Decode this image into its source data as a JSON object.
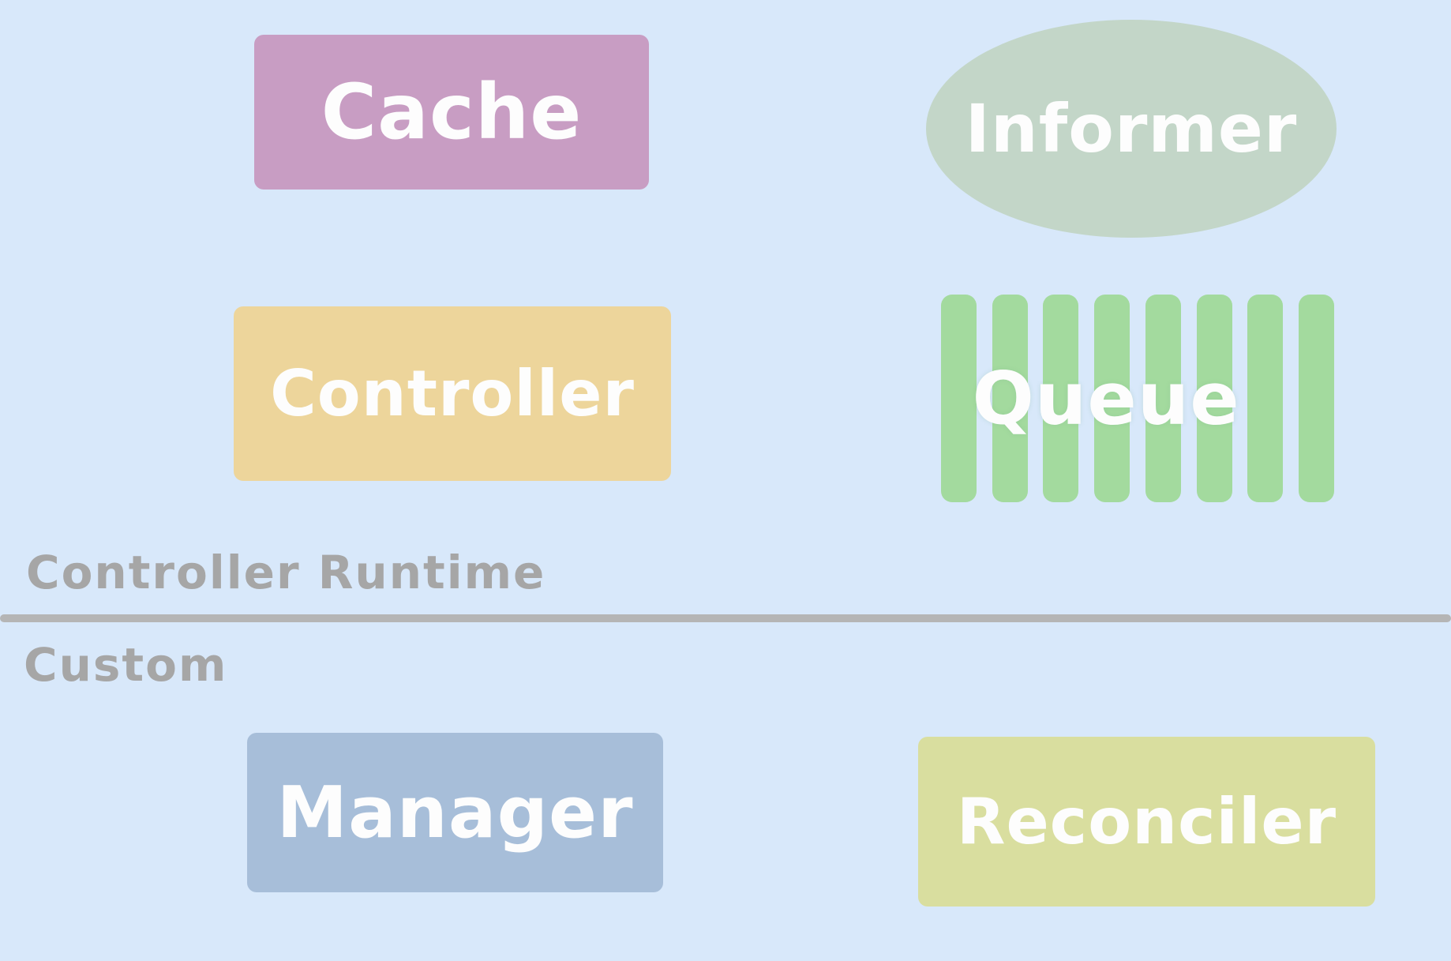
{
  "diagram": {
    "sections": {
      "top_label": "Controller Runtime",
      "bottom_label": "Custom"
    },
    "nodes": [
      {
        "id": "cache",
        "label": "Cache",
        "shape": "rectangle",
        "color": "#c89dc3",
        "section": "Controller Runtime"
      },
      {
        "id": "informer",
        "label": "Informer",
        "shape": "ellipse",
        "color": "#c3d6c8",
        "section": "Controller Runtime"
      },
      {
        "id": "controller",
        "label": "Controller",
        "shape": "rectangle",
        "color": "#edd59b",
        "section": "Controller Runtime"
      },
      {
        "id": "queue",
        "label": "Queue",
        "shape": "striped-bars",
        "color": "#a3da9e",
        "bar_count": 8,
        "section": "Controller Runtime"
      },
      {
        "id": "manager",
        "label": "Manager",
        "shape": "rectangle",
        "color": "#a7bed9",
        "section": "Custom"
      },
      {
        "id": "reconciler",
        "label": "Reconciler",
        "shape": "rectangle",
        "color": "#d9de9f",
        "section": "Custom"
      }
    ],
    "colors": {
      "background": "#d8e8fa",
      "divider": "#b5b5b5",
      "section_label": "#a6a6a6",
      "node_text": "#fdfdfd"
    }
  }
}
